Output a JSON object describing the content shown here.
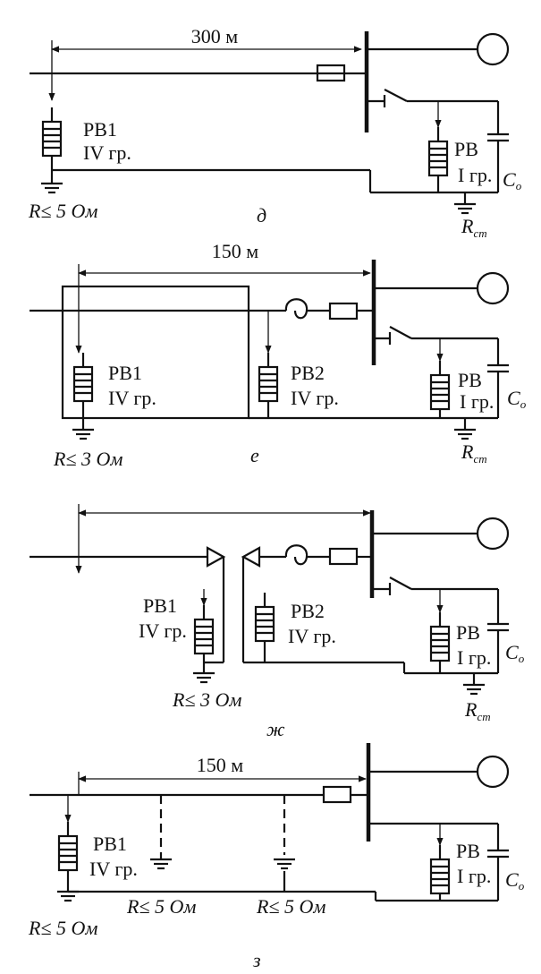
{
  "diagrams": [
    {
      "letter": "д",
      "distance": "300 м",
      "arrester1_name": "РВ1",
      "arrester1_group": "IV гр.",
      "ground1_r": "R≤ 5 Ом",
      "station_arrester_name": "РВ",
      "station_arrester_group": "I гр.",
      "cap_label": "C",
      "cap_sub": "о",
      "rst_label": "R",
      "rst_sub": "ст"
    },
    {
      "letter": "е",
      "distance": "150 м",
      "arrester1_name": "РВ1",
      "arrester1_group": "IV гр.",
      "arrester2_name": "РВ2",
      "arrester2_group": "IV гр.",
      "ground1_r": "R≤ 3 Ом",
      "station_arrester_name": "РВ",
      "station_arrester_group": "I гр.",
      "cap_label": "C",
      "cap_sub": "о",
      "rst_label": "R",
      "rst_sub": "ст"
    },
    {
      "letter": "ж",
      "arrester1_name": "РВ1",
      "arrester1_group": "IV гр.",
      "arrester2_name": "РВ2",
      "arrester2_group": "IV гр.",
      "ground1_r": "R≤ 3 Ом",
      "station_arrester_name": "РВ",
      "station_arrester_group": "I гр.",
      "cap_label": "C",
      "cap_sub": "о",
      "rst_label": "R",
      "rst_sub": "ст"
    },
    {
      "letter": "з",
      "distance": "150 м",
      "arrester1_name": "РВ1",
      "arrester1_group": "IV гр.",
      "ground1_r": "R≤ 5 Ом",
      "ground2_r": "R≤ 5 Ом",
      "ground3_r": "R≤ 5 Ом",
      "station_arrester_name": "РВ",
      "station_arrester_group": "I гр.",
      "cap_label": "C",
      "cap_sub": "о"
    }
  ]
}
